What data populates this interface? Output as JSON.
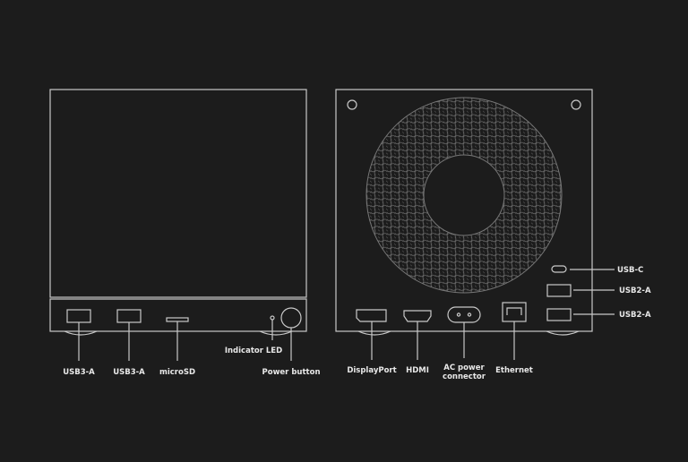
{
  "colors": {
    "background": "#1c1c1c",
    "line": "#c8c8c8",
    "text": "#e8e8e8"
  },
  "front": {
    "labels": {
      "usb3a_1": "USB3-A",
      "usb3a_2": "USB3-A",
      "microsd": "microSD",
      "indicator_led": "Indicator LED",
      "power_button": "Power button"
    }
  },
  "back": {
    "labels": {
      "displayport": "DisplayPort",
      "hdmi": "HDMI",
      "ac_power_line1": "AC power",
      "ac_power_line2": "connector",
      "ethernet": "Ethernet",
      "usb_c": "USB-C",
      "usb2a_1": "USB2-A",
      "usb2a_2": "USB2-A"
    }
  }
}
